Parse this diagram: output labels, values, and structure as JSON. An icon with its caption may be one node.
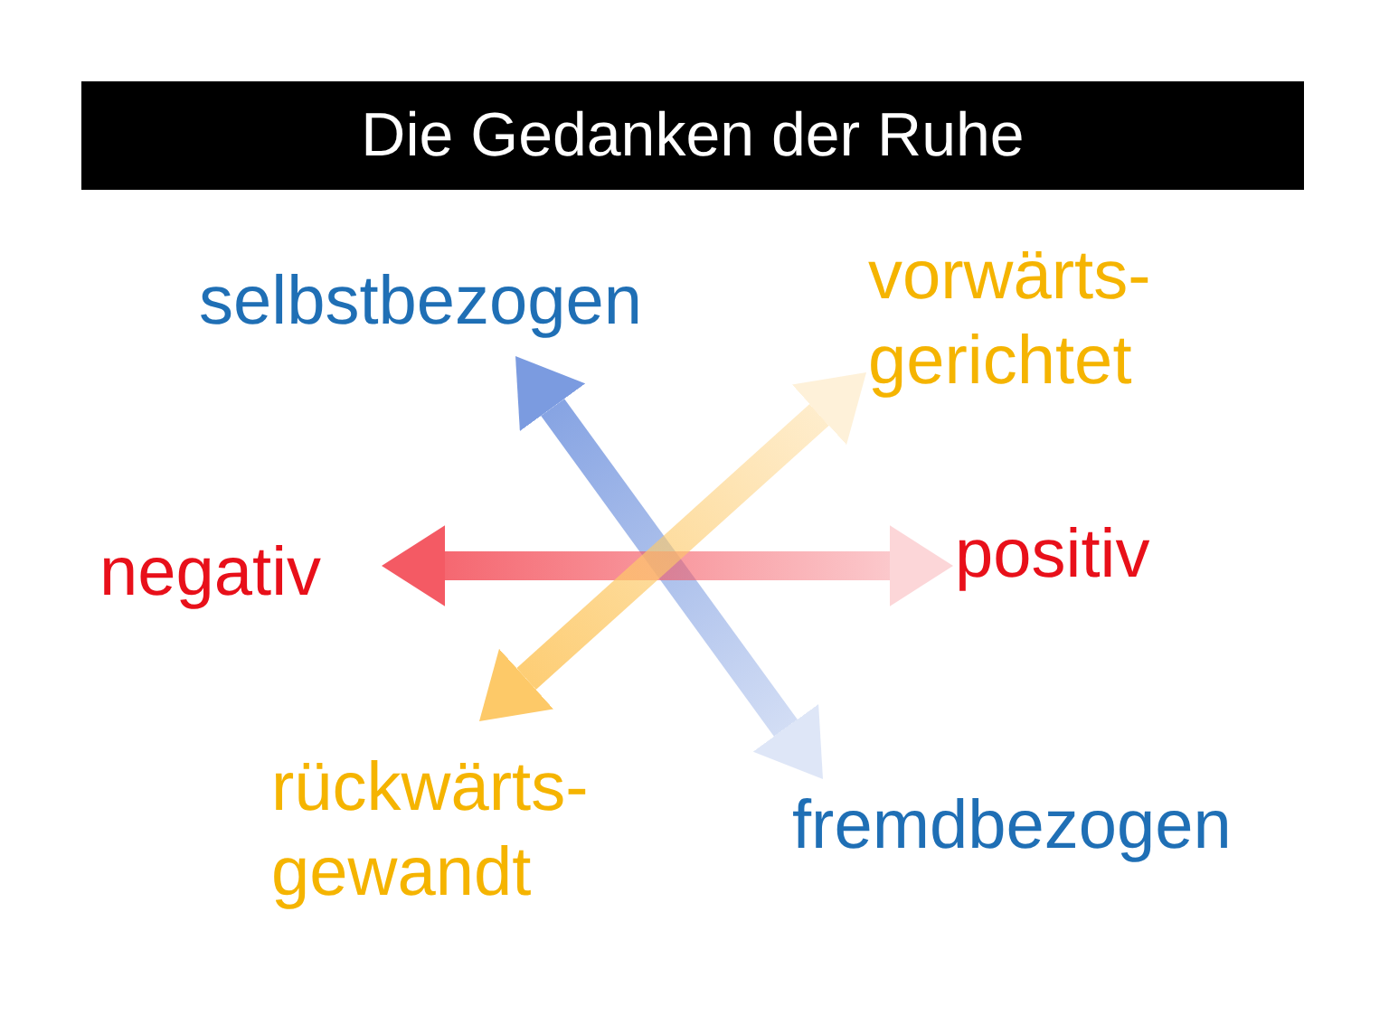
{
  "diagram": {
    "title": "Die Gedanken der Ruhe",
    "nodes": [
      {
        "text": [
          "selbstbezogen"
        ]
      },
      {
        "text": [
          "vorwärts- gerichtet"
        ]
      },
      {
        "text": [
          "negativ"
        ]
      },
      {
        "text": [
          "positiv"
        ]
      },
      {
        "text": [
          "rückwärts- gewandt"
        ]
      },
      {
        "text": [
          "fremdbezogen"
        ]
      }
    ],
    "edges": [
      {
        "from": 0,
        "to": 5,
        "arrow": "both",
        "style": "thick",
        "color": "#7b9be0"
      },
      {
        "from": 2,
        "to": 3,
        "arrow": "both",
        "style": "thick",
        "color": "#f45a64"
      },
      {
        "from": 4,
        "to": 1,
        "arrow": "both",
        "style": "thick",
        "color": "#fdc968"
      }
    ]
  }
}
